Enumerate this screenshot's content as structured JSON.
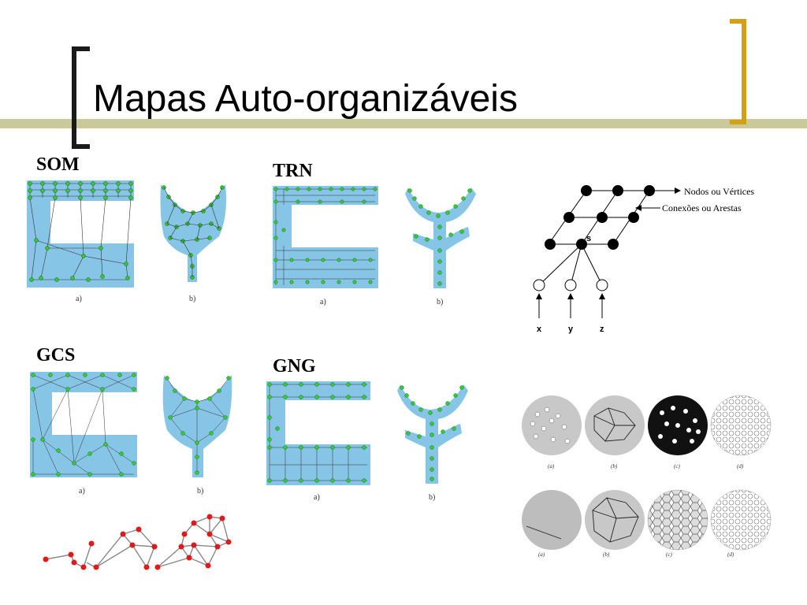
{
  "slide": {
    "title": "Mapas Auto-organizáveis",
    "accent_bar_color": "#c9c99a",
    "bracket_left_color": "#1a1a1a",
    "bracket_right_color": "#d4a017"
  },
  "panels": [
    {
      "label": "SOM",
      "caption_a": "a)",
      "caption_b": "b)"
    },
    {
      "label": "TRN",
      "caption_a": "a)",
      "caption_b": "b)"
    },
    {
      "label": "GCS",
      "caption_a": "a)",
      "caption_b": "b)"
    },
    {
      "label": "GNG",
      "caption_a": "a)",
      "caption_b": "b)"
    }
  ],
  "network_diagram": {
    "label_nodes": "Nodos ou Vértices",
    "label_edges": "Conexões ou Arestas",
    "winner_label": "s",
    "inputs": [
      "x",
      "y",
      "z"
    ]
  },
  "circle_grid": {
    "captions": [
      "(a)",
      "(b)",
      "(c)",
      "(d)",
      "(a)",
      "(b)",
      "(c)",
      "(d)"
    ]
  },
  "colors": {
    "shape_fill": "#87c5e6",
    "node_green": "#33cc33",
    "node_red": "#e01a1a",
    "edge_gray": "#888888"
  }
}
